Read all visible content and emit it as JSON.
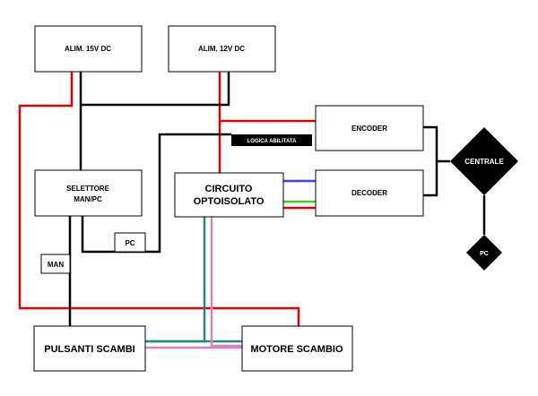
{
  "colors": {
    "power": "#e00000",
    "control": "#000000",
    "signal_blue": "#4040ff",
    "signal_green": "#40d020",
    "signal_teal": "#208888",
    "signal_pink": "#e080c0"
  },
  "nodes": {
    "alim15": "ALIM. 15V DC",
    "alim12": "ALIM. 12V DC",
    "encoder": "ENCODER",
    "decoder": "DECODER",
    "centrale": "CENTRALE",
    "pc_diamond": "PC",
    "selettore_line1": "SELETTORE",
    "selettore_line2": "MAN/PC",
    "circuito_line1": "CIRCUITO",
    "circuito_line2": "OPTOISOLATO",
    "pc_small": "PC",
    "man": "MAN",
    "pulsanti": "PULSANTI SCAMBI",
    "motore": "MOTORE SCAMBIO",
    "logica": "LOGICA ABILITATA"
  }
}
